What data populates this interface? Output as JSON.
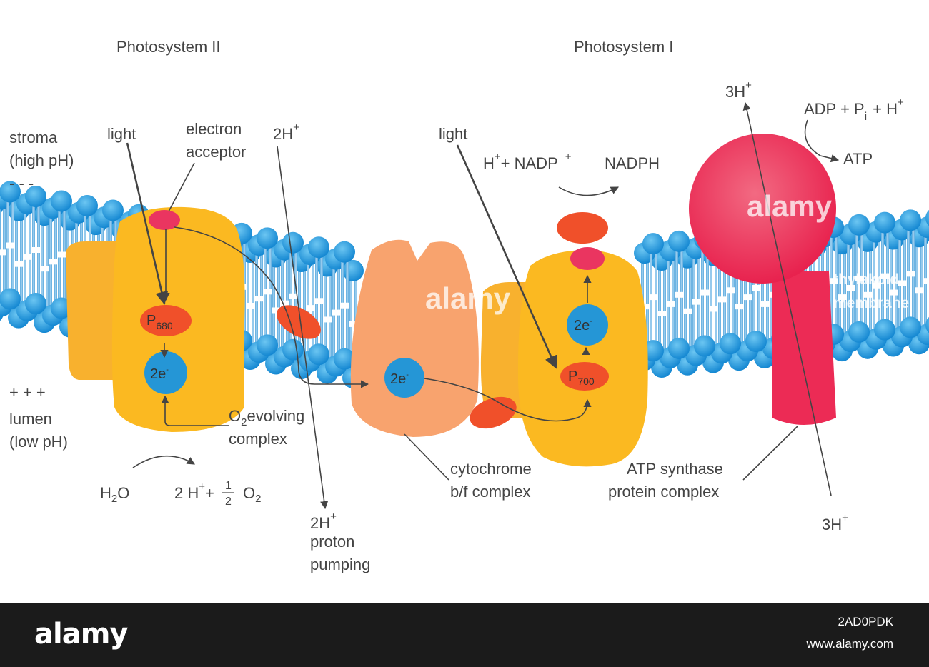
{
  "labels": {
    "photosystem_ii": "Photosystem II",
    "photosystem_i": "Photosystem I",
    "stroma_1": "stroma",
    "stroma_2": "(high pH)",
    "stroma_charge": "- - -",
    "lumen_charge": "+ + +",
    "lumen_1": "lumen",
    "lumen_2": "(low pH)",
    "light_left": "light",
    "light_right": "light",
    "electron_acceptor_1": "electron",
    "electron_acceptor_2": "acceptor",
    "two_h_plus_top": "2H",
    "two_h_plus_bottom": "2H",
    "proton_pumping_1": "proton",
    "proton_pumping_2": "pumping",
    "p680": "P",
    "p680_sub": "680",
    "p700": "P",
    "p700_sub": "700",
    "two_e": "2e",
    "o2_evolving_o": "O",
    "o2_evolving_sub": "2",
    "o2_evolving_rest": "evolving",
    "o2_complex": "complex",
    "water_h": "H",
    "water_sub": "2",
    "water_o": "O",
    "products_2h": "2 H",
    "products_plus": "+",
    "frac_num": "1",
    "frac_den": "2",
    "products_o": "O",
    "products_o_sub": "2",
    "nadp_h": "H",
    "nadp_rest": "+ NADP",
    "nadph": "NADPH",
    "cytochrome_1": "cytochrome",
    "cytochrome_2": "b/f complex",
    "atp_synthase_1": "ATP synthase",
    "atp_synthase_2": "protein complex",
    "three_h_top": "3H",
    "three_h_bottom": "3H",
    "adp_1": "ADP + P",
    "adp_sub": "i",
    "adp_2": "+ H",
    "atp": "ATP",
    "thylakoid_1": "thylakoid",
    "thylakoid_2": "membrane",
    "plus_sign": "+",
    "minus_sign": "-",
    "watermark": "alamy"
  },
  "footer": {
    "logo": "alamy",
    "image_id": "2AD0PDK",
    "url": "www.alamy.com"
  },
  "colors": {
    "membrane_head": "#1f95dc",
    "membrane_tail": "#7fbfe8",
    "photosystem": "#fbb921",
    "cytochrome": "#f8a36e",
    "atp_synthase": "#ec2b55",
    "red_oval": "#f0502a",
    "electron_blue": "#2596d6",
    "text": "#444444",
    "footer_bg": "#1b1b1b"
  }
}
